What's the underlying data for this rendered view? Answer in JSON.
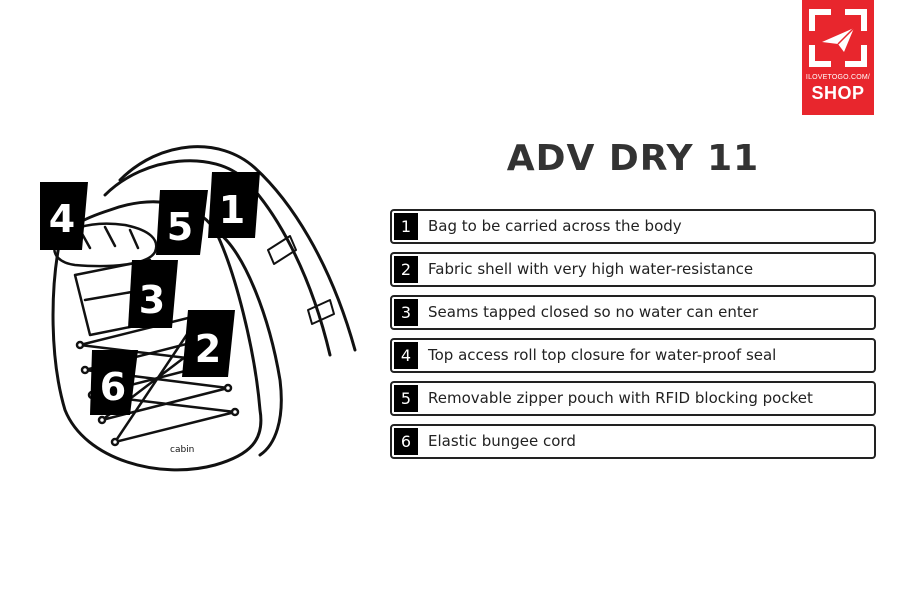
{
  "brand": {
    "site": "ILOVETOGO.COM/",
    "shop": "SHOP",
    "color": "#e8262d"
  },
  "product": {
    "title": "ADV DRY 11",
    "bag_logo_text": "cabin"
  },
  "callouts": [
    "4",
    "5",
    "1",
    "3",
    "2",
    "6"
  ],
  "features": [
    {
      "number": "1",
      "text": "Bag to be carried across the body"
    },
    {
      "number": "2",
      "text": "Fabric shell with very high water-resistance"
    },
    {
      "number": "3",
      "text": "Seams tapped closed so no water can enter"
    },
    {
      "number": "4",
      "text": "Top access roll top closure for water-proof seal"
    },
    {
      "number": "5",
      "text": "Removable zipper pouch with RFID blocking pocket"
    },
    {
      "number": "6",
      "text": "Elastic bungee cord"
    }
  ]
}
